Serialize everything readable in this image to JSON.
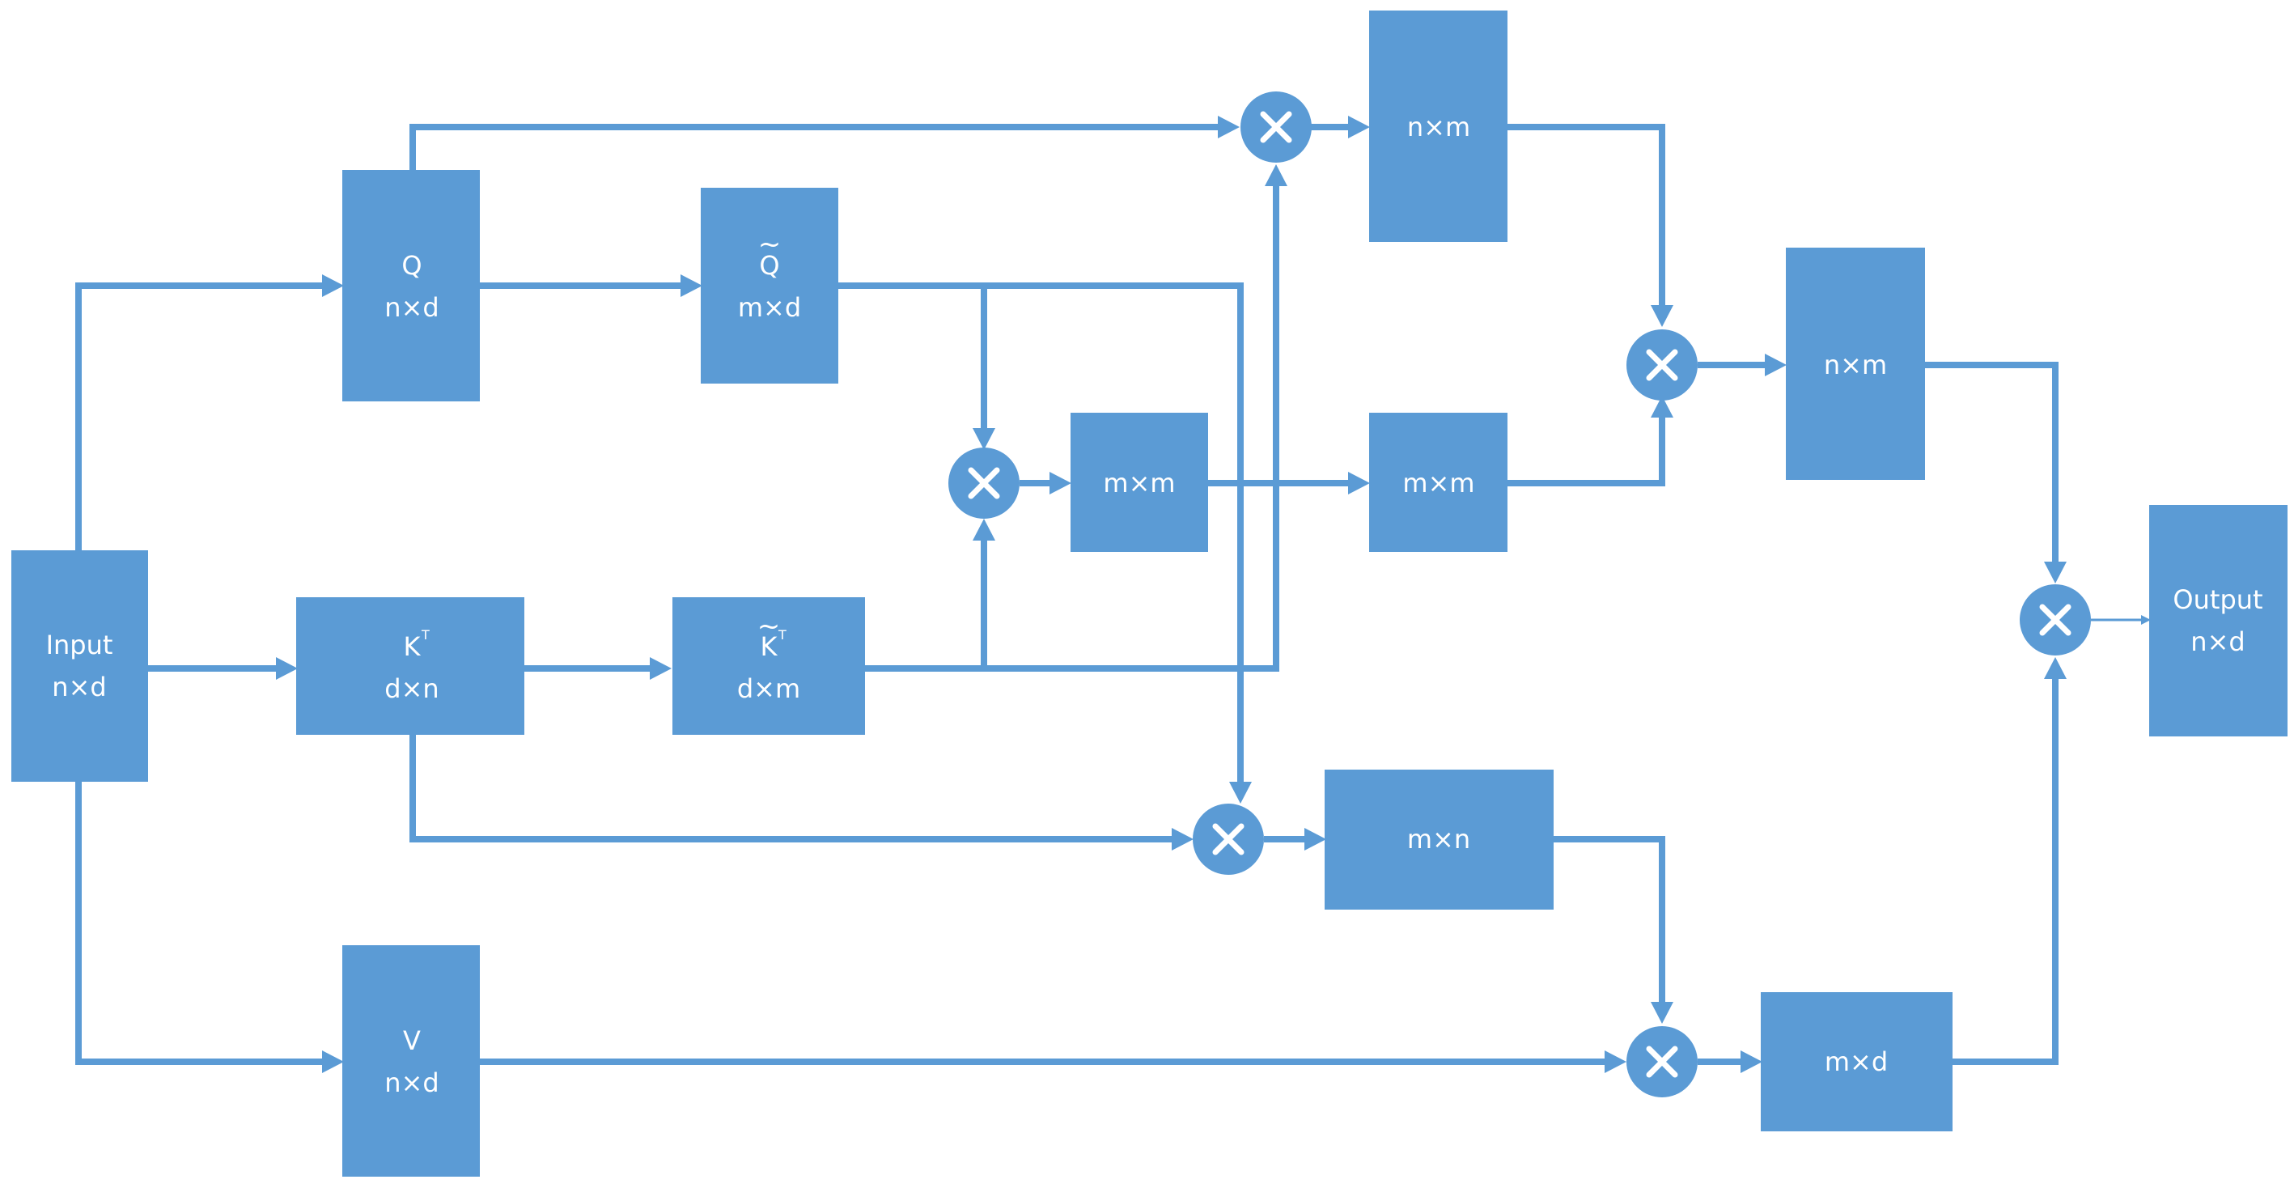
{
  "nodes": {
    "input": {
      "name": "Input",
      "dim": "n×d"
    },
    "q": {
      "name": "Q",
      "dim": "n×d"
    },
    "kt": {
      "name": "K",
      "sup": "T",
      "dim": "d×n"
    },
    "v": {
      "name": "V",
      "dim": "n×d"
    },
    "q_tilde": {
      "name": "Q",
      "accent": "~",
      "dim": "m×d"
    },
    "kt_tilde": {
      "name": "K",
      "accent": "~",
      "sup": "T",
      "dim": "d×m"
    },
    "mm_a": {
      "dim": "m×m"
    },
    "mm_b": {
      "dim": "m×m"
    },
    "nm_top": {
      "dim": "n×m"
    },
    "nm_mid": {
      "dim": "n×m"
    },
    "mn": {
      "dim": "m×n"
    },
    "md": {
      "dim": "m×d"
    },
    "output": {
      "name": "Output",
      "dim": "n×d"
    }
  },
  "operator_symbol": "multiply-icon",
  "colors": {
    "accent": "#5b9bd5",
    "text": "#ffffff",
    "background": "#ffffff"
  }
}
